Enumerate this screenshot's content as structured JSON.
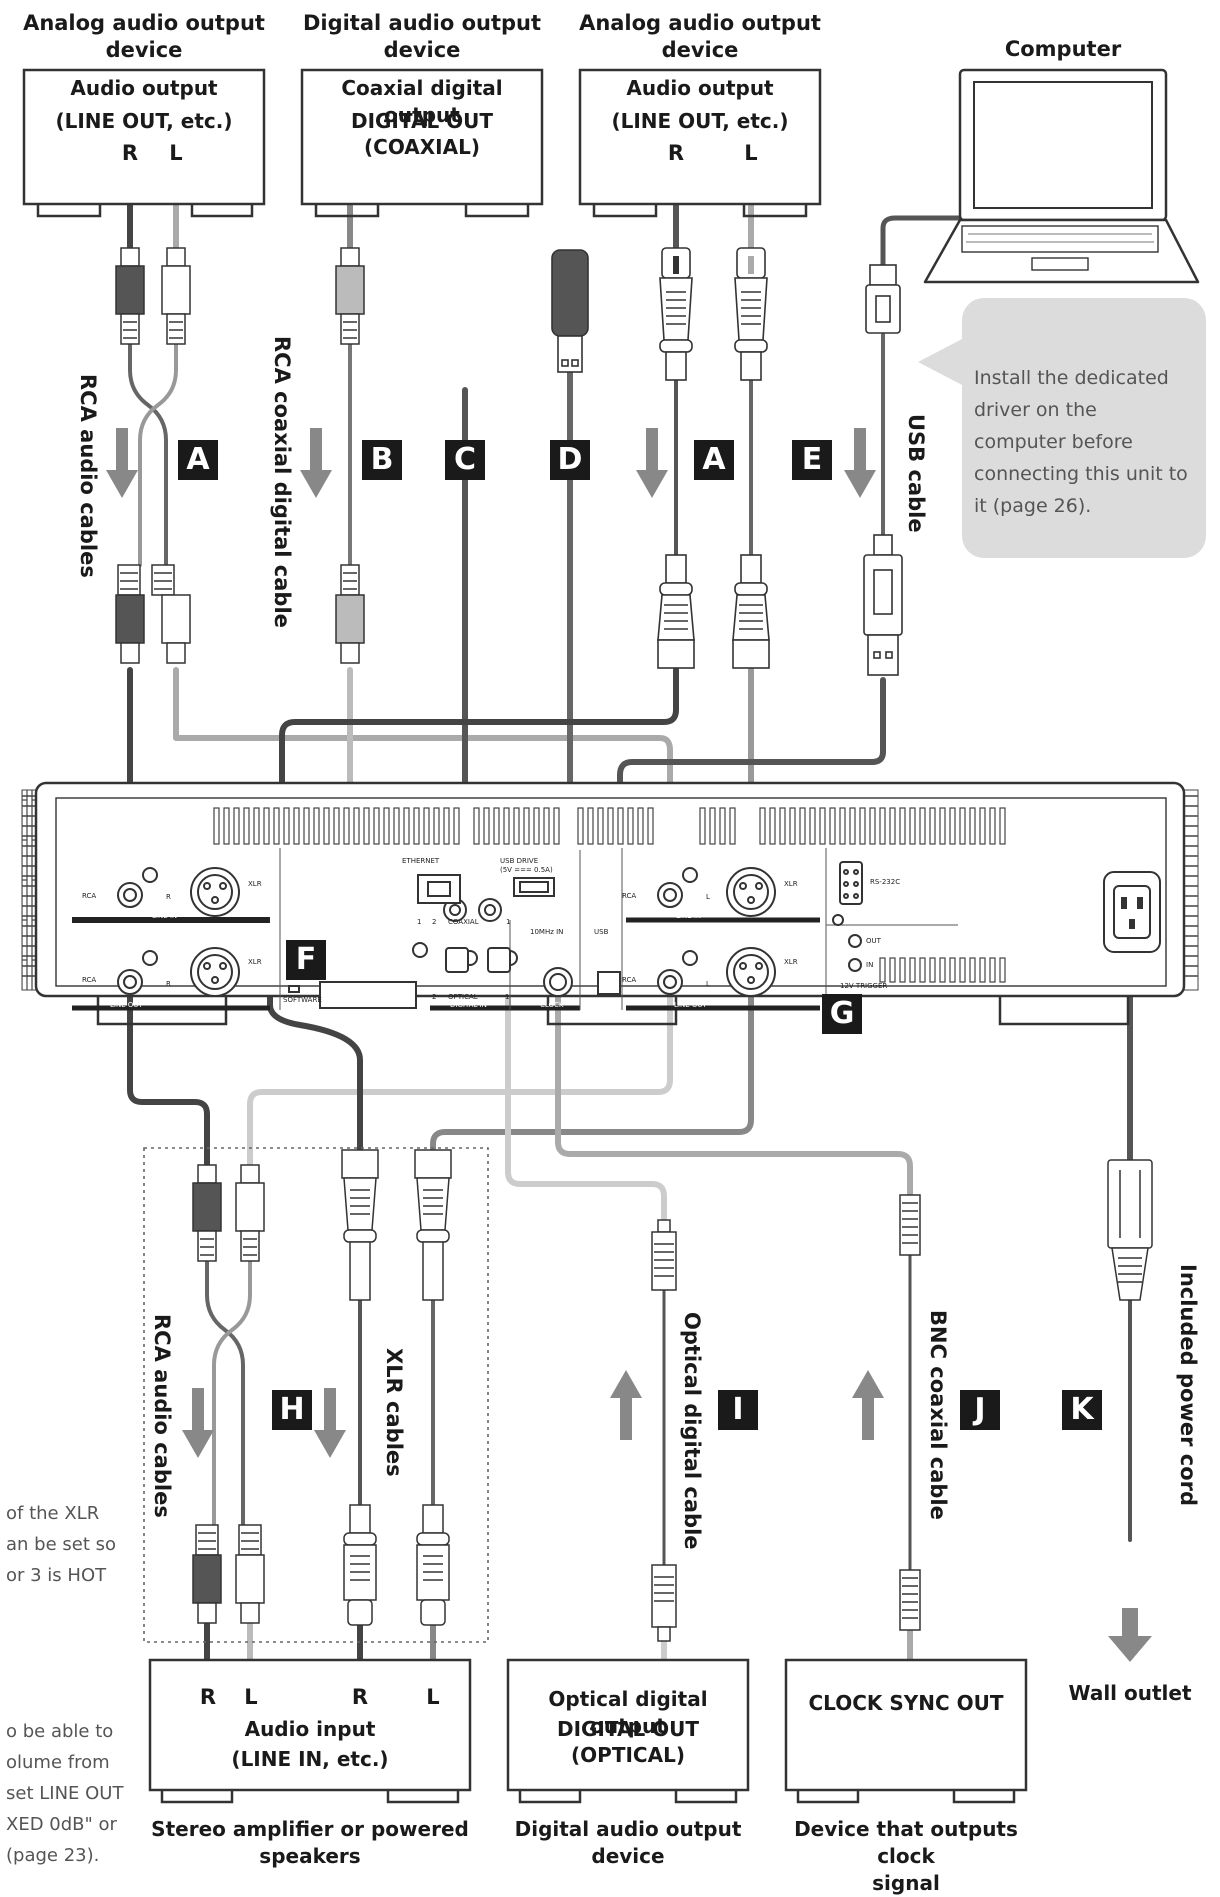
{
  "devices": {
    "analog_left": {
      "title": "Analog audio output device",
      "box_line1": "Audio output",
      "box_line2": "(LINE OUT, etc.)",
      "r": "R",
      "l": "L"
    },
    "digital_top": {
      "title": "Digital audio output device",
      "box_line1": "Coaxial digital output",
      "box_line2": "DIGITAL OUT",
      "box_line3": "(COAXIAL)"
    },
    "analog_right": {
      "title": "Analog audio output device",
      "box_line1": "Audio output",
      "box_line2": "(LINE OUT, etc.)",
      "r": "R",
      "l": "L"
    },
    "computer": {
      "title": "Computer"
    },
    "amplifier": {
      "box_line1": "Audio input",
      "box_line2": "(LINE IN, etc.)",
      "r1": "R",
      "l1": "L",
      "r2": "R",
      "l2": "L",
      "caption": "Stereo amplifier or powered speakers"
    },
    "optical_out": {
      "box_line1": "Optical digital output",
      "box_line2": "DIGITAL OUT",
      "box_line3": "(OPTICAL)",
      "caption": "Digital audio output device"
    },
    "clock_out": {
      "box_line1": "CLOCK SYNC OUT",
      "caption": "Device that outputs clock signal"
    },
    "wall": {
      "caption": "Wall outlet"
    }
  },
  "cables": {
    "rca_top": "RCA audio cables",
    "coax": "RCA coaxial digital cable",
    "usb": "USB cable",
    "rca_bottom": "RCA audio cables",
    "xlr": "XLR cables",
    "optical": "Optical digital cable",
    "bnc": "BNC coaxial cable",
    "power": "Included power cord"
  },
  "badges": {
    "a1": "A",
    "b": "B",
    "c": "C",
    "d": "D",
    "a2": "A",
    "e": "E",
    "f": "F",
    "g": "G",
    "h": "H",
    "i": "I",
    "j": "J",
    "k": "K"
  },
  "note": "Install the dedicated driver on the computer before connecting this unit to it (page 26).",
  "side_text_1": [
    "of the XLR",
    "an be set so",
    "or 3 is HOT"
  ],
  "side_text_2": [
    "o be able to",
    "olume from",
    "set LINE OUT",
    "XED 0dB\" or",
    "(page 23)."
  ],
  "panel": {
    "rca": "RCA",
    "xlr": "XLR",
    "line_in": "LINE IN",
    "line_out": "LINE OUT",
    "ethernet": "ETHERNET",
    "usb_drive": "USB DRIVE",
    "usb_drive_spec": "(5V === 0.5A)",
    "coaxial": "COAXIAL",
    "optical": "OPTICAL",
    "digital_in": "DIGITAL IN",
    "clock_in": "10MHz IN",
    "clock": "CLOCK",
    "usb": "USB",
    "rs232c": "RS-232C",
    "out": "OUT",
    "in": "IN",
    "trigger": "12V TRIGGER",
    "software": "SOFTWARE",
    "num1": "1",
    "num2": "2",
    "ch_r": "R",
    "ch_l": "L"
  }
}
